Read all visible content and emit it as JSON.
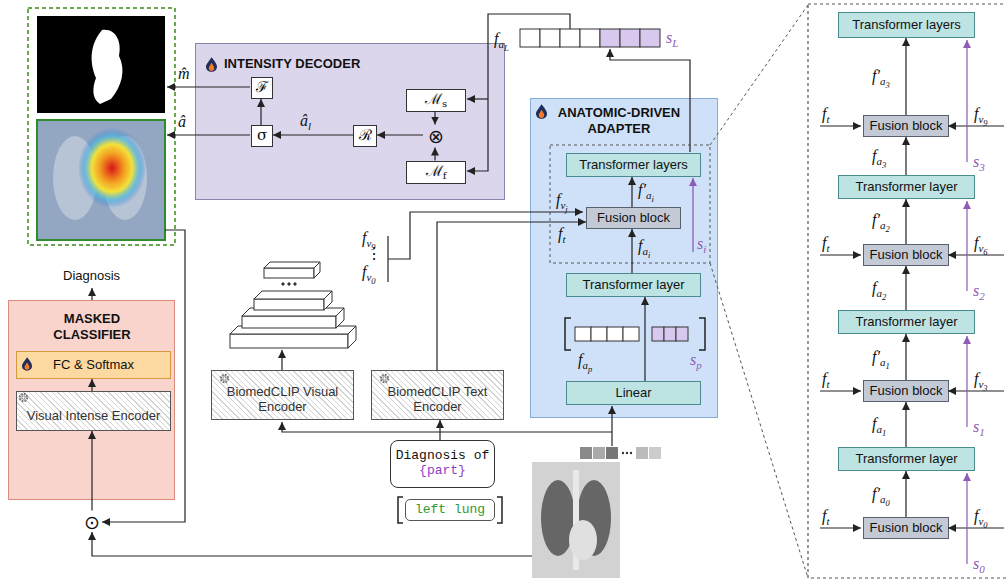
{
  "diagram": {
    "nodes": [
      {
        "text": [
          "INTENSITY DECODER"
        ]
      },
      {
        "text": [
          "ℱ"
        ],
        "in": 0
      },
      {
        "text": [
          "σ"
        ],
        "in": 0
      },
      {
        "text": [
          "ℛ"
        ],
        "in": 0
      },
      {
        "text": [
          "ℳ",
          "s"
        ],
        "in": 0
      },
      {
        "text": [
          "⊗"
        ],
        "in": 0
      },
      {
        "text": [
          "ℳ",
          "f"
        ],
        "in": 0
      },
      {
        "text": [
          "ANATOMIC-DRIVEN ADAPTER"
        ]
      },
      {
        "text": [
          "Transformer layers"
        ],
        "in": 7
      },
      {
        "text": [
          "Fusion block"
        ],
        "in": 7
      },
      {
        "text": [
          "Transformer layer"
        ],
        "in": 7
      },
      {
        "text": [
          "Linear"
        ],
        "in": 7
      },
      {
        "text": [
          "MASKED CLASSIFIER"
        ]
      },
      {
        "text": [
          "FC & Softmax"
        ],
        "in": 12
      },
      {
        "text": [
          "Visual Intense Encoder"
        ],
        "in": 12
      },
      {
        "text": [
          "⊙"
        ]
      },
      {
        "text": [
          "BiomedCLIP Visual Encoder"
        ]
      },
      {
        "text": [
          "BiomedCLIP Text Encoder"
        ]
      },
      {
        "text": [
          "Diagnosis of",
          "{part}"
        ]
      },
      {
        "text": [
          "left lung"
        ]
      },
      {
        "text": [
          "Transformer layers"
        ]
      },
      {
        "text": [
          "Fusion block"
        ]
      },
      {
        "text": [
          "Transformer layer"
        ]
      },
      {
        "text": [
          "Fusion block"
        ]
      },
      {
        "text": [
          "Transformer layer"
        ]
      },
      {
        "text": [
          "Fusion block"
        ]
      },
      {
        "text": [
          "Transformer layer"
        ]
      },
      {
        "text": [
          "Fusion block"
        ]
      }
    ],
    "edges": [
      {
        "from": 11,
        "to": 10,
        "arrow": "to"
      },
      {
        "from": 10,
        "to": 9,
        "arrow": "to"
      },
      {
        "from": 9,
        "to": 8,
        "arrow": "to"
      },
      {
        "from": 17,
        "to": 9,
        "arrow": "to"
      },
      {
        "from": 18,
        "to": 17,
        "arrow": "to"
      },
      {
        "from": 4,
        "to": 5,
        "arrow": "to"
      },
      {
        "from": 6,
        "to": 5,
        "arrow": "to"
      },
      {
        "from": 5,
        "to": 3,
        "arrow": "to"
      },
      {
        "from": 3,
        "to": 2,
        "arrow": "to"
      },
      {
        "from": 2,
        "to": 1,
        "arrow": "to"
      },
      {
        "from": 15,
        "to": 14,
        "arrow": "to"
      },
      {
        "from": 14,
        "to": 13,
        "arrow": "to"
      },
      {
        "from": 27,
        "to": 26,
        "arrow": "to"
      },
      {
        "from": 26,
        "to": 25,
        "arrow": "to"
      },
      {
        "from": 25,
        "to": 24,
        "arrow": "to"
      },
      {
        "from": 24,
        "to": 23,
        "arrow": "to"
      },
      {
        "from": 23,
        "to": 22,
        "arrow": "to"
      },
      {
        "from": 22,
        "to": 21,
        "arrow": "to"
      },
      {
        "from": 21,
        "to": 20,
        "arrow": "to"
      }
    ],
    "labels": [
      "m̂",
      "â",
      "â",
      "l",
      "f",
      "a",
      "L",
      "s",
      "L",
      "f′",
      "a",
      "i",
      "f",
      "v",
      "j",
      "f",
      "t",
      "f",
      "a",
      "i",
      "s",
      "i",
      "f",
      "a",
      "p",
      "s",
      "p",
      "f",
      "v",
      "9",
      "⋮",
      "f",
      "v",
      "0",
      "Diagnosis",
      "f′",
      "a",
      "3",
      "f",
      "t",
      "f",
      "v",
      "9",
      "f",
      "a",
      "3",
      "s",
      "3",
      "f′",
      "a",
      "2",
      "f",
      "t",
      "f",
      "v",
      "6",
      "f",
      "a",
      "2",
      "s",
      "2",
      "f′",
      "a",
      "1",
      "f",
      "t",
      "f",
      "v",
      "3",
      "f",
      "a",
      "1",
      "s",
      "1",
      "f′",
      "a",
      "0",
      "f",
      "t",
      "f",
      "v",
      "0",
      "s",
      "0"
    ]
  }
}
